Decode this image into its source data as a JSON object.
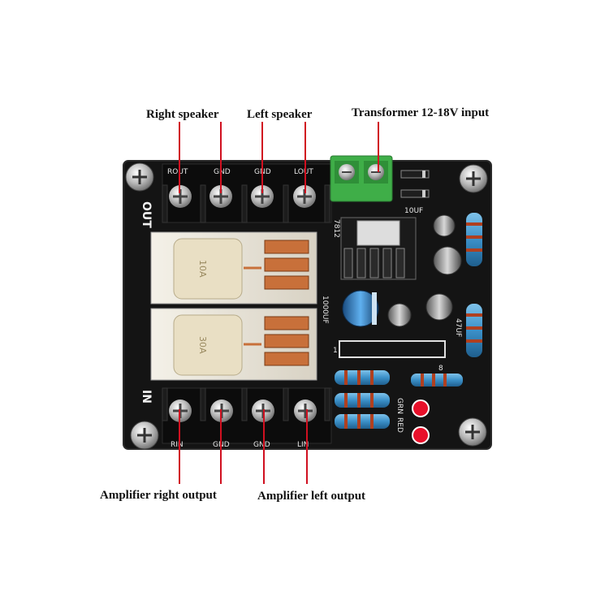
{
  "callouts": {
    "right_speaker": "Right speaker",
    "left_speaker": "Left speaker",
    "transformer_input": "Transformer 12-18V input",
    "amp_right_output": "Amplifier right output",
    "amp_left_output": "Amplifier left output"
  },
  "board": {
    "label_out": "OUT",
    "label_in": "IN",
    "top_terminals": [
      "ROUT",
      "GND",
      "GND",
      "LOUT"
    ],
    "bottom_terminals": [
      "RIN",
      "GND",
      "GND",
      "LIN"
    ],
    "relay_marks": [
      "10A",
      "30A"
    ],
    "cap_large": "1000UF",
    "cap_small": "10UF",
    "cap_mid": "47UF",
    "regulator": "7812",
    "led_labels": [
      "GRN",
      "RED"
    ],
    "pin_one": "1",
    "pin_eight": "8"
  },
  "colors": {
    "board": "#141414",
    "callout_line": "#d01020",
    "terminal_green": "#3fae48",
    "relay_copper": "#c8703a",
    "cap_blue": "#2a7ec8"
  },
  "icons": [
    "screw-icon",
    "led-icon"
  ]
}
